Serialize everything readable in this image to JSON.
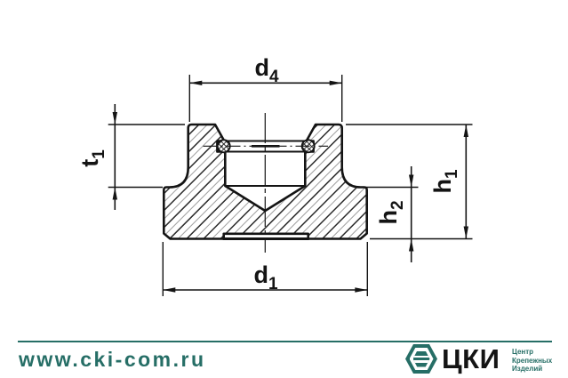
{
  "theme": {
    "accent": "#266e66",
    "ink": "#141414",
    "paper": "#ffffff"
  },
  "drawing": {
    "type": "technical-section-view-of-round-insert-nut",
    "dimension_labels": {
      "d4": {
        "base": "d",
        "sub": "4"
      },
      "t1": {
        "base": "t",
        "sub": "1"
      },
      "h1": {
        "base": "h",
        "sub": "1"
      },
      "h2": {
        "base": "h",
        "sub": "2"
      },
      "d1": {
        "base": "d",
        "sub": "1"
      }
    }
  },
  "footer": {
    "website": "www.cki-com.ru",
    "logo_text": "ЦКИ",
    "tagline": [
      "Центр",
      "Крепежных",
      "Изделий"
    ]
  }
}
